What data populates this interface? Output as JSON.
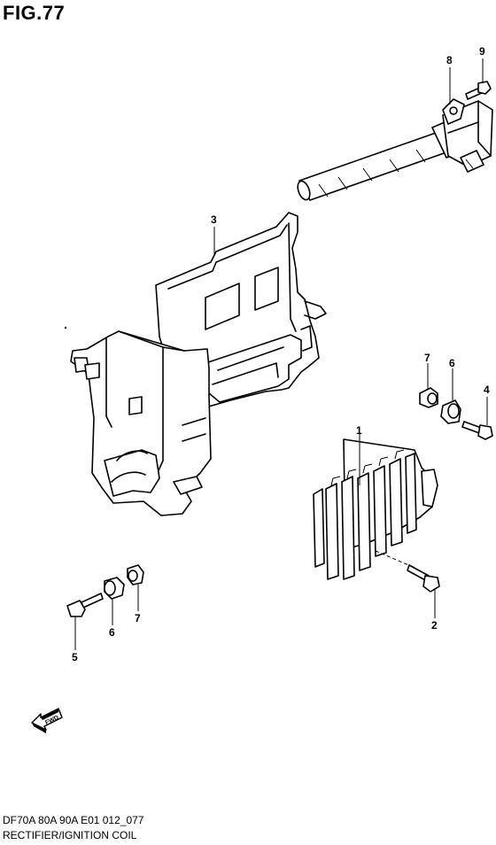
{
  "figure": {
    "title": "FIG.77",
    "code": "DF70A 80A 90A E01 012_077",
    "caption": "RECTIFIER/IGNITION COIL",
    "fwd_label": "FWD"
  },
  "callouts": {
    "part_1": "1",
    "part_2": "2",
    "part_3": "3",
    "part_4": "4",
    "part_5": "5",
    "part_6_right": "6",
    "part_6_left": "6",
    "part_7_right": "7",
    "part_7_left": "7",
    "part_8": "8",
    "part_9": "9"
  }
}
